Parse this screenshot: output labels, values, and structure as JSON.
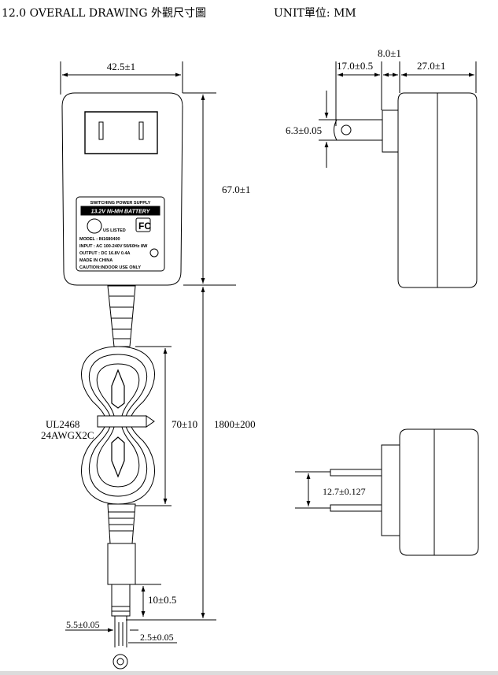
{
  "header": {
    "title": "12.0  OVERALL DRAWING 外觀尺寸圖",
    "unit": "UNIT單位: MM"
  },
  "front_view": {
    "width_dim": "42.5±1",
    "height_dim": "67.0±1",
    "cable_length_dim": "1800±200",
    "coil_dim": "70±10",
    "cable_spec_line1": "UL2468",
    "cable_spec_line2": "24AWGX2C",
    "plug_length_dim": "10±0.5",
    "plug_od_dim": "5.5±0.05",
    "plug_id_dim": "2.5±0.05"
  },
  "label": {
    "line1": "SWITCHING POWER SUPPLY",
    "line2": "13.2V NI-MH BATTERY",
    "ul_text": "US LISTED",
    "model": "MODEL : IN1680400",
    "input": "INPUT : AC 100-240V  50/60Hz 8W",
    "output": "OUTPUT : DC 16.8V  0.4A",
    "made": "MADE IN CHINA",
    "caution": "CAUTION:INDOOR USE ONLY",
    "fcc": "FC"
  },
  "side_view": {
    "prong_length_dim": "17.0±0.5",
    "base_dim": "8.0±1",
    "body_depth_dim": "27.0±1",
    "prong_thickness_dim": "6.3±0.05"
  },
  "bottom_view": {
    "prong_spacing_dim": "12.7±0.127"
  }
}
